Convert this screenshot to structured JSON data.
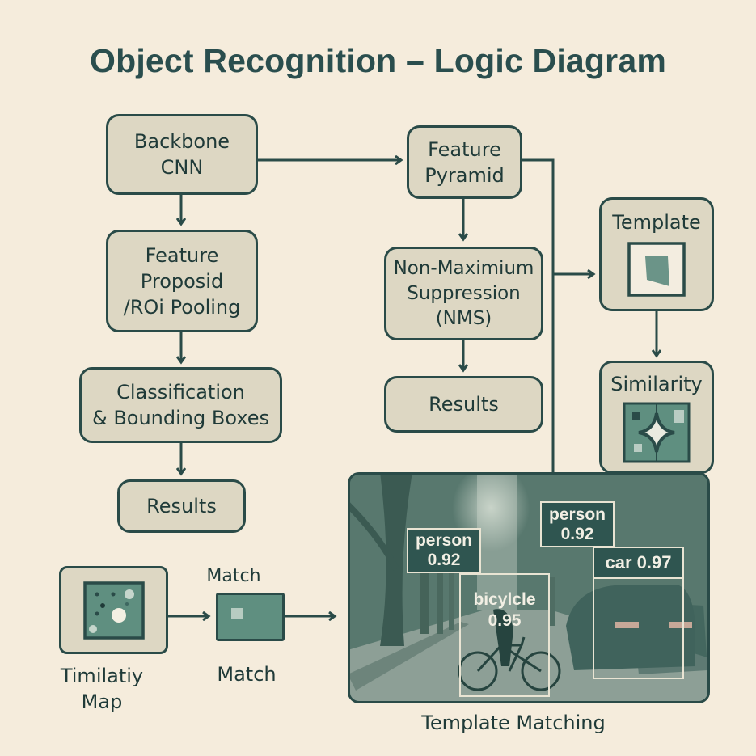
{
  "title": "Object Recognition – Logic Diagram",
  "colors": {
    "background": "#f5ecdc",
    "node_fill": "#ddd7c3",
    "stroke": "#2a4b48",
    "title": "#2a4e4e",
    "accent_green": "#5f8f80"
  },
  "left_pipeline": {
    "backbone": [
      "Backbone",
      "CNN"
    ],
    "feature_proposal": [
      "Feature",
      "Proposid",
      "/ROi Pooling"
    ],
    "classification": [
      "Classification",
      "& Bounding Boxes"
    ],
    "results": "Results"
  },
  "middle_pipeline": {
    "feature_pyramid": [
      "Feature",
      "Pyramid"
    ],
    "nms": [
      "Non-Maximium",
      "Suppression",
      "(NMS)"
    ],
    "results": "Results"
  },
  "right_pipeline": {
    "template": "Template",
    "similarity": "Similarity"
  },
  "bottom": {
    "similarity_map_label": [
      "Timilatiy",
      "Map"
    ],
    "match_top_label": "Match",
    "match_bottom_label": "Match",
    "template_matching_caption": "Template Matching"
  },
  "detections": [
    {
      "label": "person",
      "score": "0.92"
    },
    {
      "label": "person",
      "score": "0.92"
    },
    {
      "label": "car",
      "score": "0.97"
    },
    {
      "label": "bicylcle",
      "score": "0.95"
    }
  ],
  "icons": {
    "template": "template-shape-icon",
    "similarity": "sparkle-star-icon",
    "similarity_map": "dot-map-icon",
    "match": "match-square-icon"
  }
}
